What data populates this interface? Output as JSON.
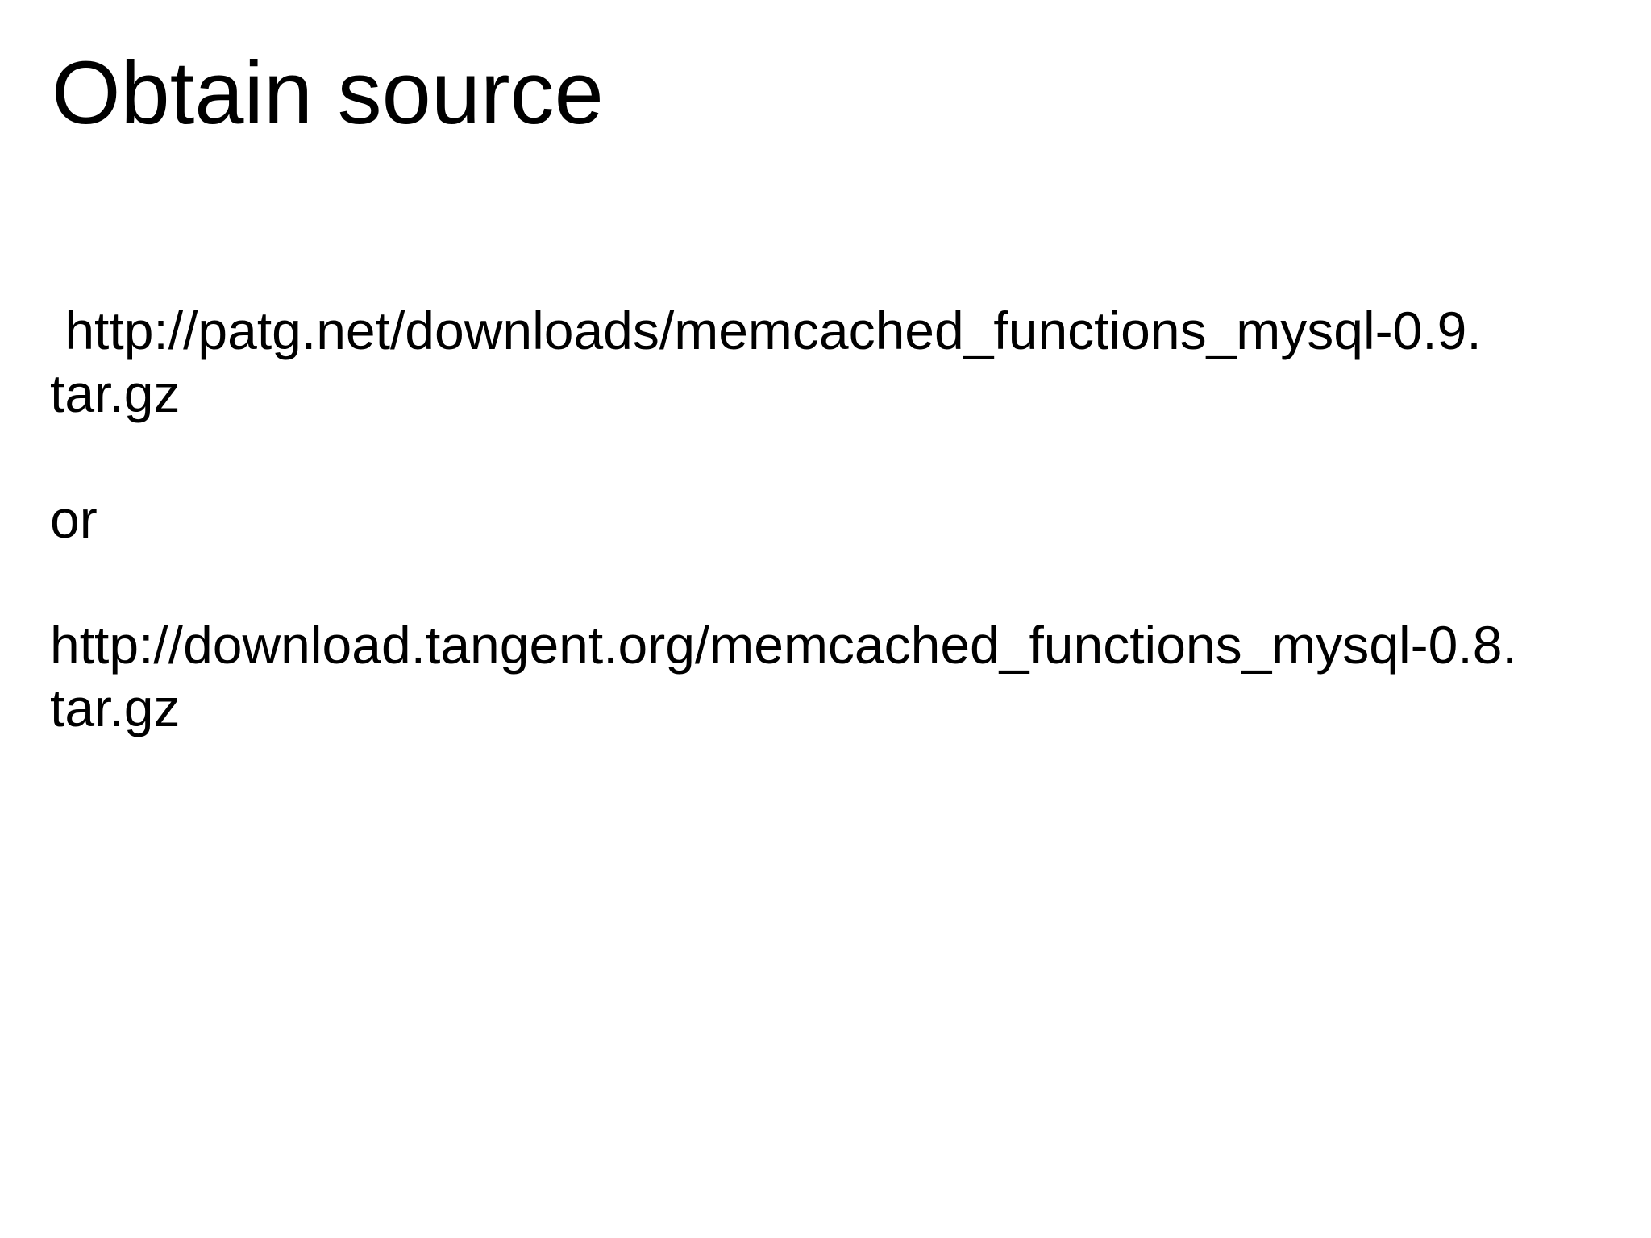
{
  "slide": {
    "title": "Obtain source",
    "body_lines": [
      " http://patg.net/downloads/memcached_functions_mysql-0.9.",
      "tar.gz",
      "",
      "or",
      "",
      "http://download.tangent.org/memcached_functions_mysql-0.8.",
      "tar.gz"
    ],
    "urls": [
      "http://patg.net/downloads/memcached_functions_mysql-0.9.tar.gz",
      "http://download.tangent.org/memcached_functions_mysql-0.8.tar.gz"
    ],
    "colors": {
      "background": "#ffffff",
      "text": "#000000"
    }
  }
}
